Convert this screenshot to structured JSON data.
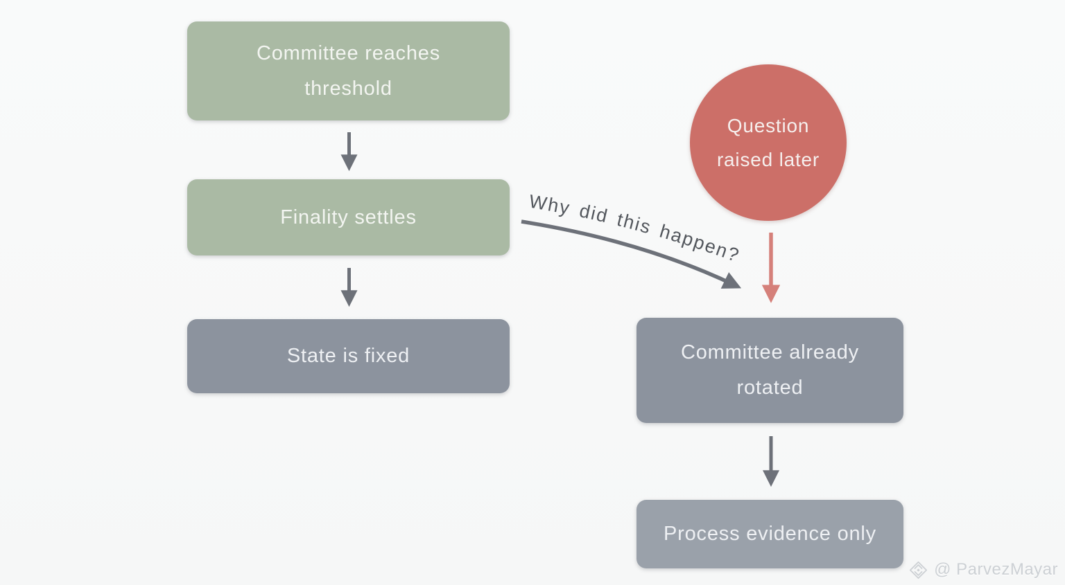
{
  "palette": {
    "background": "#f8f9f9",
    "green_node": "#aabaa4",
    "gray_node": "#8c939e",
    "gray_node_light": "#9aa1aa",
    "red_circle": "#cc6f68",
    "node_text": "#f3f5f1",
    "arrow_gray": "#6d7179",
    "arrow_red": "#d5807a",
    "annotation_text": "#53575d",
    "watermark_text": "#ccd0d4"
  },
  "nodes": {
    "committee_threshold": {
      "label": "Committee reaches threshold",
      "shape": "rounded-rect",
      "color": "#aabaa4"
    },
    "finality_settles": {
      "label": "Finality settles",
      "shape": "rounded-rect",
      "color": "#aabaa4"
    },
    "state_fixed": {
      "label": "State is fixed",
      "shape": "rounded-rect",
      "color": "#8c939e"
    },
    "question_raised": {
      "label": "Question raised later",
      "shape": "circle",
      "color": "#cc6f68"
    },
    "committee_rotated": {
      "label": "Committee already rotated",
      "shape": "rounded-rect",
      "color": "#8c939e"
    },
    "process_evidence": {
      "label": "Process evidence only",
      "shape": "rounded-rect",
      "color": "#9aa1aa"
    }
  },
  "edges": [
    {
      "from": "committee_threshold",
      "to": "finality_settles",
      "style": "straight",
      "color": "#6d7179"
    },
    {
      "from": "finality_settles",
      "to": "state_fixed",
      "style": "straight",
      "color": "#6d7179"
    },
    {
      "from": "question_raised",
      "to": "committee_rotated",
      "style": "straight",
      "color": "#d5807a"
    },
    {
      "from": "committee_rotated",
      "to": "process_evidence",
      "style": "straight",
      "color": "#6d7179"
    },
    {
      "from": "finality_settles",
      "to": "committee_rotated",
      "style": "curved",
      "color": "#6d7179",
      "label": "Why did this happen?"
    }
  ],
  "annotations": {
    "why_question": "Why did this happen?"
  },
  "watermark": {
    "icon": "diamond-logo-icon",
    "handle": "@ ParvezMayar"
  }
}
